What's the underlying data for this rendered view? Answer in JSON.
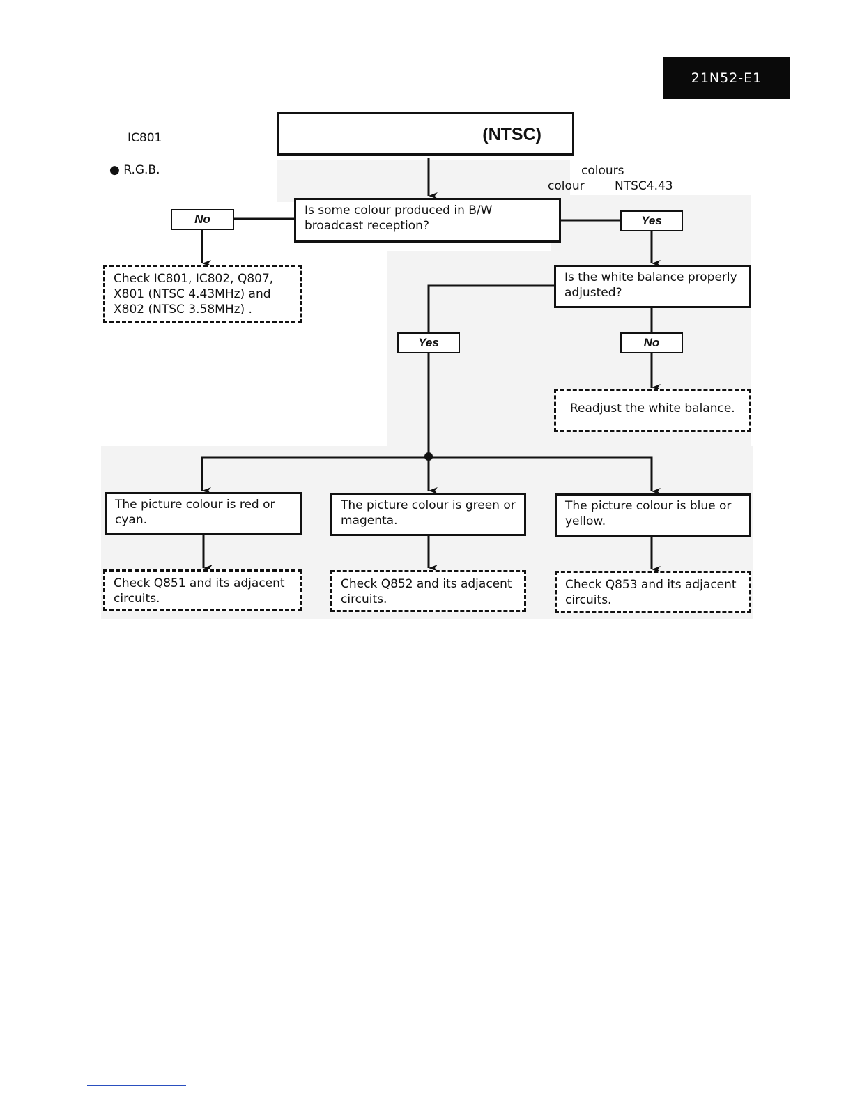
{
  "header": {
    "page_code": "21N52-E1"
  },
  "title": {
    "text": "(NTSC)"
  },
  "notes": {
    "left_1": "IC801",
    "left_2": "● R.G.B.",
    "right_1": "colours",
    "right_2": "colour",
    "right_3": "NTSC4.43"
  },
  "flow": {
    "q_bw": "Is some colour produced in B/W broadcast reception?",
    "no_1": "No",
    "yes_1": "Yes",
    "check_ic": "Check IC801, IC802, Q807, X801 (NTSC 4.43MHz) and X802 (NTSC 3.58MHz) .",
    "q_white": "Is the white balance properly adjusted?",
    "yes_2": "Yes",
    "no_2": "No",
    "readjust": "Readjust the white balance.",
    "pic_red": "The picture colour is red or cyan.",
    "pic_green": "The picture colour is green or magenta.",
    "pic_blue": "The picture colour is blue or yellow.",
    "check_q851": "Check Q851 and its adjacent circuits.",
    "check_q852": "Check Q852 and its adjacent circuits.",
    "check_q853": "Check Q853 and its adjacent circuits."
  }
}
